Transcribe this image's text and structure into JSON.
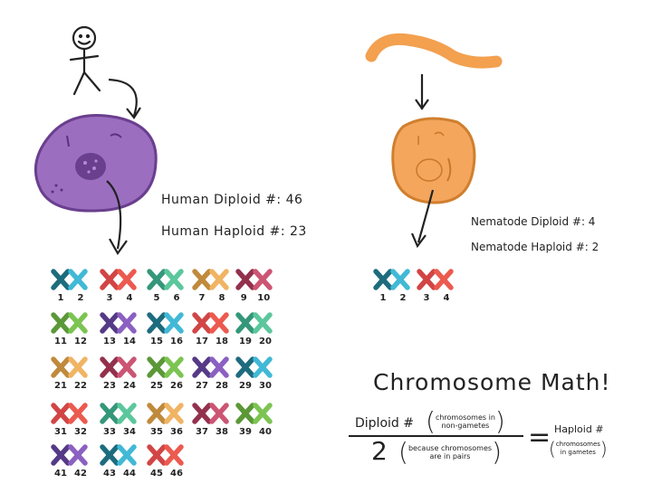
{
  "human": {
    "diploid_label": "Human Diploid #: 46",
    "haploid_label": "Human Haploid #: 23"
  },
  "nematode": {
    "diploid_label": "Nematode Diploid #: 4",
    "haploid_label": "Nematode Haploid #: 2"
  },
  "colors": {
    "teal": [
      "#1d6c7e",
      "#41b9d6"
    ],
    "red": [
      "#d24545",
      "#ec5a4f"
    ],
    "green": [
      "#35977a",
      "#5cc79c"
    ],
    "orange": [
      "#c08a3c",
      "#f0b463"
    ],
    "maroon": [
      "#93314d",
      "#cc5573"
    ],
    "olive": [
      "#5b9838",
      "#7cc452"
    ],
    "purple": [
      "#553a86",
      "#8b60c2"
    ],
    "cell_purple": "#9c6ec0",
    "cell_orange": "#f4a65c"
  },
  "human_chromosomes": [
    {
      "a": "1",
      "b": "2",
      "c": "teal"
    },
    {
      "a": "3",
      "b": "4",
      "c": "red"
    },
    {
      "a": "5",
      "b": "6",
      "c": "green"
    },
    {
      "a": "7",
      "b": "8",
      "c": "orange"
    },
    {
      "a": "9",
      "b": "10",
      "c": "maroon"
    },
    {
      "a": "11",
      "b": "12",
      "c": "olive"
    },
    {
      "a": "13",
      "b": "14",
      "c": "purple"
    },
    {
      "a": "15",
      "b": "16",
      "c": "teal"
    },
    {
      "a": "17",
      "b": "18",
      "c": "red"
    },
    {
      "a": "19",
      "b": "20",
      "c": "green"
    },
    {
      "a": "21",
      "b": "22",
      "c": "orange"
    },
    {
      "a": "23",
      "b": "24",
      "c": "maroon"
    },
    {
      "a": "25",
      "b": "26",
      "c": "olive"
    },
    {
      "a": "27",
      "b": "28",
      "c": "purple"
    },
    {
      "a": "29",
      "b": "30",
      "c": "teal"
    },
    {
      "a": "31",
      "b": "32",
      "c": "red"
    },
    {
      "a": "33",
      "b": "34",
      "c": "green"
    },
    {
      "a": "35",
      "b": "36",
      "c": "orange"
    },
    {
      "a": "37",
      "b": "38",
      "c": "maroon"
    },
    {
      "a": "39",
      "b": "40",
      "c": "olive"
    },
    {
      "a": "41",
      "b": "42",
      "c": "purple"
    },
    {
      "a": "43",
      "b": "44",
      "c": "teal"
    },
    {
      "a": "45",
      "b": "46",
      "c": "red"
    }
  ],
  "nematode_chromosomes": [
    {
      "a": "1",
      "b": "2",
      "c": "teal"
    },
    {
      "a": "3",
      "b": "4",
      "c": "red"
    }
  ],
  "math": {
    "title": "Chromosome Math!",
    "numerator": "Diploid #",
    "numerator_note_1": "chromosomes in",
    "numerator_note_2": "non-gametes",
    "denominator": "2",
    "denominator_note_1": "because chromosomes",
    "denominator_note_2": "are in pairs",
    "equals": "=",
    "result": "Haploid #",
    "result_note_1": "chromosomes",
    "result_note_2": "in gametes"
  }
}
